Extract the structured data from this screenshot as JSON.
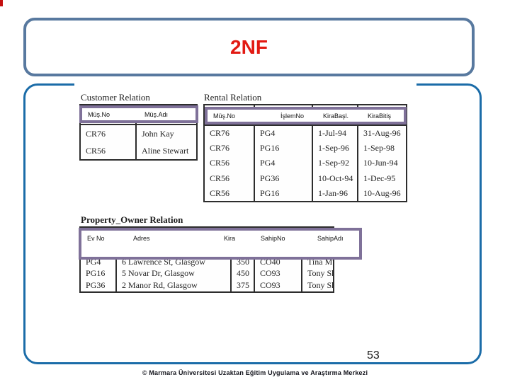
{
  "slide": {
    "title": "2NF",
    "page_number": "53",
    "footer": "© Marmara Üniversitesi Uzaktan Eğitim Uygulama ve Araştırma Merkezi"
  },
  "colors": {
    "title_red": "#e21a13",
    "title_box_border": "#58799f",
    "content_box_border": "#1b6ca8",
    "header_box_border": "#7f7199",
    "table_border": "#2d2d2d"
  },
  "tables": {
    "customer": {
      "label": "Customer Relation",
      "headers": [
        "Müş.No",
        "Müş.Adı"
      ],
      "rows": [
        [
          "CR76",
          "John Kay"
        ],
        [
          "CR56",
          "Aline Stewart"
        ]
      ]
    },
    "rental": {
      "label": "Rental Relation",
      "headers": [
        "Müş.No",
        "İşlemNo",
        "KiraBaşl.",
        "KiraBitiş"
      ],
      "rows": [
        [
          "CR76",
          "PG4",
          "1-Jul-94",
          "31-Aug-96"
        ],
        [
          "CR76",
          "PG16",
          "1-Sep-96",
          "1-Sep-98"
        ],
        [
          "CR56",
          "PG4",
          "1-Sep-92",
          "10-Jun-94"
        ],
        [
          "CR56",
          "PG36",
          "10-Oct-94",
          "1-Dec-95"
        ],
        [
          "CR56",
          "PG16",
          "1-Jan-96",
          "10-Aug-96"
        ]
      ]
    },
    "property": {
      "label": "Property_Owner Relation",
      "headers": [
        "Ev No",
        "Adres",
        "Kira",
        "SahipNo",
        "SahipAdı"
      ],
      "rows": [
        [
          "PG4",
          "6 Lawrence St, Glasgow",
          "350",
          "CO40",
          "Tina Murphy"
        ],
        [
          "PG16",
          "5 Novar Dr, Glasgow",
          "450",
          "CO93",
          "Tony Shaw"
        ],
        [
          "PG36",
          "2 Manor Rd, Glasgow",
          "375",
          "CO93",
          "Tony Shaw"
        ]
      ]
    }
  }
}
